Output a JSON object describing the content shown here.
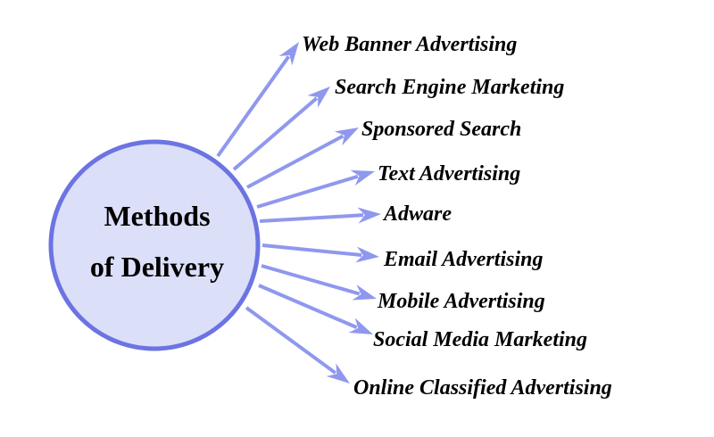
{
  "center": {
    "line1": "Methods",
    "line2": "of Delivery"
  },
  "items": [
    "Web Banner Advertising",
    "Search Engine Marketing",
    "Sponsored Search",
    "Text Advertising",
    "Adware",
    "Email Advertising",
    "Mobile Advertising",
    "Social Media Marketing",
    "Online Classified Advertising"
  ],
  "colors": {
    "circle_fill": "#dcdff8",
    "circle_stroke": "#6c74e2",
    "arrow": "#8f98ee"
  }
}
